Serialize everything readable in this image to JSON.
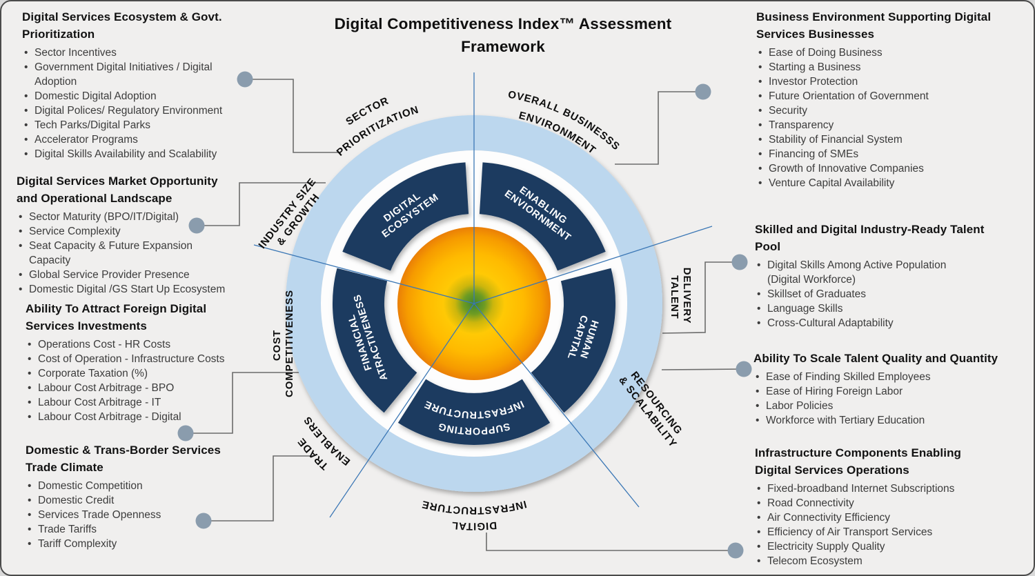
{
  "title": "Digital Competitiveness Index™ Assessment\nFramework",
  "left_blocks": [
    {
      "heading": "Digital Services Ecosystem & Govt.\nPrioritization",
      "items": [
        "Sector Incentives",
        "Government Digital Initiatives / Digital\nAdoption",
        "Domestic Digital Adoption",
        "Digital Polices/ Regulatory Environment",
        "Tech Parks/Digital Parks",
        "Accelerator Programs",
        "Digital Skills Availability and Scalability"
      ]
    },
    {
      "heading": "Digital Services Market Opportunity\nand Operational Landscape",
      "items": [
        "Sector Maturity (BPO/IT/Digital)",
        "Service Complexity",
        "Seat Capacity & Future Expansion\nCapacity",
        "Global Service Provider Presence",
        "Domestic Digital /GS Start Up Ecosystem"
      ]
    },
    {
      "heading": "Ability To Attract Foreign Digital\nServices Investments",
      "items": [
        "Operations Cost - HR Costs",
        "Cost of Operation - Infrastructure Costs",
        "Corporate Taxation (%)",
        "Labour Cost Arbitrage - BPO",
        "Labour Cost Arbitrage - IT",
        "Labour Cost Arbitrage - Digital"
      ]
    },
    {
      "heading": "Domestic & Trans-Border Services\nTrade Climate",
      "items": [
        "Domestic Competition",
        "Domestic Credit",
        "Services Trade Openness",
        "Trade Tariffs",
        "Tariff Complexity"
      ]
    }
  ],
  "right_blocks": [
    {
      "heading": "Business Environment Supporting Digital\nServices Businesses",
      "items": [
        "Ease of Doing Business",
        "Starting a Business",
        "Investor Protection",
        "Future Orientation of Government",
        "Security",
        "Transparency",
        "Stability of Financial System",
        "Financing of SMEs",
        "Growth of Innovative Companies",
        "Venture Capital Availability"
      ]
    },
    {
      "heading": "Skilled and Digital Industry-Ready Talent\nPool",
      "items": [
        "Digital Skills Among Active Population\n(Digital Workforce)",
        "Skillset of Graduates",
        "Language Skills",
        "Cross-Cultural Adaptability"
      ]
    },
    {
      "heading": "Ability To Scale Talent Quality and Quantity",
      "items": [
        "Ease of Finding Skilled Employees",
        "Ease of Hiring Foreign Labor",
        "Labor Policies",
        "Workforce with Tertiary Education"
      ]
    },
    {
      "heading": "Infrastructure Components Enabling\nDigital Services Operations",
      "items": [
        "Fixed-broadband Internet Subscriptions",
        "Road Connectivity",
        "Air Connectivity Efficiency",
        "Efficiency of Air Transport Services",
        "Electricity Supply Quality",
        "Telecom Ecosystem"
      ]
    }
  ],
  "wheel": {
    "outer_labels": {
      "sector": {
        "line1": "SECTOR",
        "line2": "PRIORITIZATION"
      },
      "overall": {
        "line1": "OVERALL BUSINESSS",
        "line2": "ENVIRONMENT"
      },
      "industry": {
        "line1": "INDUSTRY SIZE",
        "line2": "& GROWTH"
      },
      "delivery": {
        "line1": "DELIVERY",
        "line2": "TALENT"
      },
      "cost": {
        "line1": "COST",
        "line2": "COMPETITIVENESS"
      },
      "resourcing": {
        "line1": "RESOURCING",
        "line2": "& SCALABILITY"
      },
      "trade": {
        "line1": "TRADE",
        "line2": "ENABLERS"
      },
      "digital_infra": {
        "line1": "DIGITAL",
        "line2": "INFRASTRUCTURE"
      }
    },
    "segments": {
      "digital_ecosystem": {
        "line1": "DIGITAL",
        "line2": "ECOSYSTEM"
      },
      "enabling_environment": {
        "line1": "ENABLING",
        "line2": "ENVIORNMENT"
      },
      "human_capital": {
        "line1": "HUMAN",
        "line2": "CAPITAL"
      },
      "supporting_infrastructure": {
        "line1": "SUPPORTING",
        "line2": "INFRASTRUCTURE"
      },
      "financial_attractiveness": {
        "line1": "FINANCIAL",
        "line2": "ATRACTIVENESS"
      }
    },
    "colors": {
      "outer_ring": "#BCD7EE",
      "segment": "#1A3A60",
      "core_green": "#4C8F2F",
      "core_yellow": "#FFC40A",
      "core_orange": "#EC7D05",
      "ray": "#3B77B5",
      "connector": "#6B6B6B",
      "dot": "#8A9CAD"
    }
  }
}
